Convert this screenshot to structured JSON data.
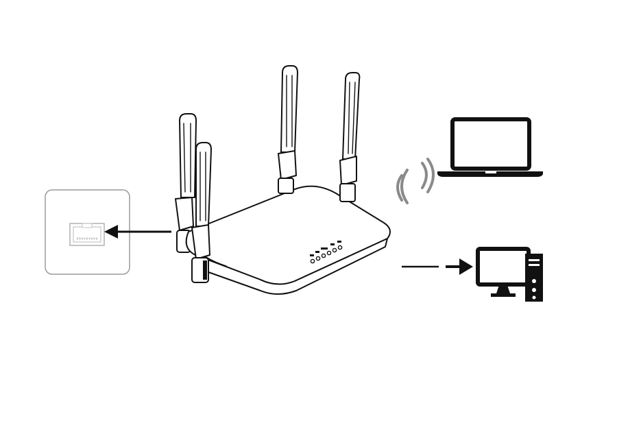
{
  "diagram": {
    "figure": "router-connection-diagram",
    "router": {
      "antenna_count": 4,
      "led_count": 6
    },
    "wall_port": {
      "type": "ethernet-rj45",
      "icon": "ethernet-port-icon"
    },
    "devices": [
      {
        "id": "laptop",
        "icon": "laptop-icon",
        "connection": "wireless"
      },
      {
        "id": "desktop",
        "icon": "desktop-computer-icon",
        "connection": "wired"
      }
    ],
    "colors": {
      "line": "#111111",
      "port_box_border": "#9a9a9a",
      "wifi_waves": "#8a8a8a",
      "background": "#ffffff"
    }
  }
}
